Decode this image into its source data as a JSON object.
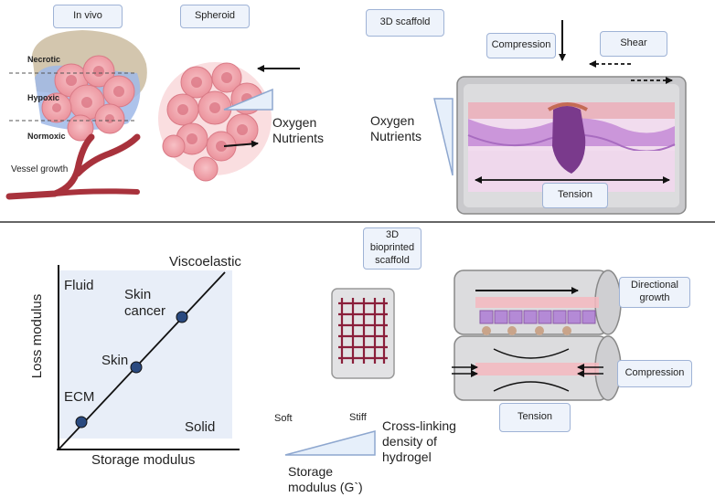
{
  "top_left": {
    "in_vivo": "In vivo",
    "spheroid": "Spheroid",
    "necrotic": "Necrotic",
    "hypoxic": "Hypoxic",
    "normoxic": "Normoxic",
    "vessel_growth": "Vessel growth",
    "oxygen": "Oxygen",
    "nutrients": "Nutrients"
  },
  "top_right": {
    "scaffold_3d": "3D scaffold",
    "compression": "Compression",
    "shear": "Shear",
    "oxygen": "Oxygen",
    "nutrients": "Nutrients",
    "tension": "Tension"
  },
  "bottom_center": {
    "bioprinted_line1": "3D",
    "bioprinted_line2": "bioprinted",
    "bioprinted_line3": "scaffold",
    "soft": "Soft",
    "stiff": "Stiff",
    "crosslink_line1": "Cross-linking",
    "crosslink_line2": "density of",
    "crosslink_line3": "hydrogel",
    "storage_line1": "Storage",
    "storage_line2": "modulus (G`)"
  },
  "bottom_right": {
    "directional_line1": "Directional",
    "directional_line2": "growth",
    "compression": "Compression",
    "tension": "Tension"
  },
  "chart": {
    "ylabel": "Loss modulus",
    "xlabel": "Storage modulus",
    "viscoelastic": "Viscoelastic",
    "fluid": "Fluid",
    "solid": "Solid",
    "skin_cancer_line1": "Skin",
    "skin_cancer_line2": "cancer",
    "skin": "Skin",
    "ecm": "ECM"
  },
  "colors": {
    "box_fill": "#eef3fb",
    "box_border": "#9fb3d6",
    "cell_pink": "#f2a0a8",
    "vessel_red": "#a8323c",
    "tumor_purple": "#7a3a8c",
    "chart_fill": "#e8eef8",
    "point_fill": "#2a4a80"
  }
}
